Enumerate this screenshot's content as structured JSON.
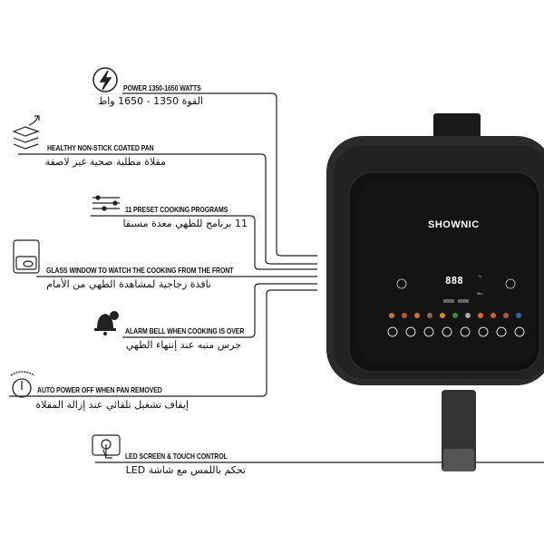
{
  "brand": "SHOWNIC",
  "display": {
    "digits": "888",
    "unit_temp": "°c",
    "unit_time": "Min"
  },
  "features": [
    {
      "icon": "lightning-bolt-icon",
      "en": "POWER 1350-1650 WATTS",
      "ar": "القوة 1350 - 1650 واط"
    },
    {
      "icon": "layers-icon",
      "en": "HEALTHY NON-STICK COATED PAN",
      "ar": "مقلاة مطلية صحية غير لاصقة"
    },
    {
      "icon": "sliders-icon",
      "en": "11 PRESET COOKING PROGRAMS",
      "ar": "11 برنامج للطهي معدة مسبقا"
    },
    {
      "icon": "oven-window-icon",
      "en": "GLASS WINDOW TO WATCH THE COOKING FROM THE FRONT",
      "ar": "نافذة زجاجية لمشاهدة الطهي من الأمام"
    },
    {
      "icon": "alarm-bell-icon",
      "en": "ALARM BELL WHEN COOKING IS OVER",
      "ar": "جرس منبه عند إنتهاء الطهي"
    },
    {
      "icon": "power-icon",
      "en": "AUTO POWER OFF WHEN PAN REMOVED",
      "ar": "إيقاف تشغيل تلقائي عند إزالة المقلاة"
    },
    {
      "icon": "touch-screen-icon",
      "en": "LED SCREEN & TOUCH CONTROL",
      "ar": "تحكم باللمس مع شاشة LED"
    }
  ]
}
